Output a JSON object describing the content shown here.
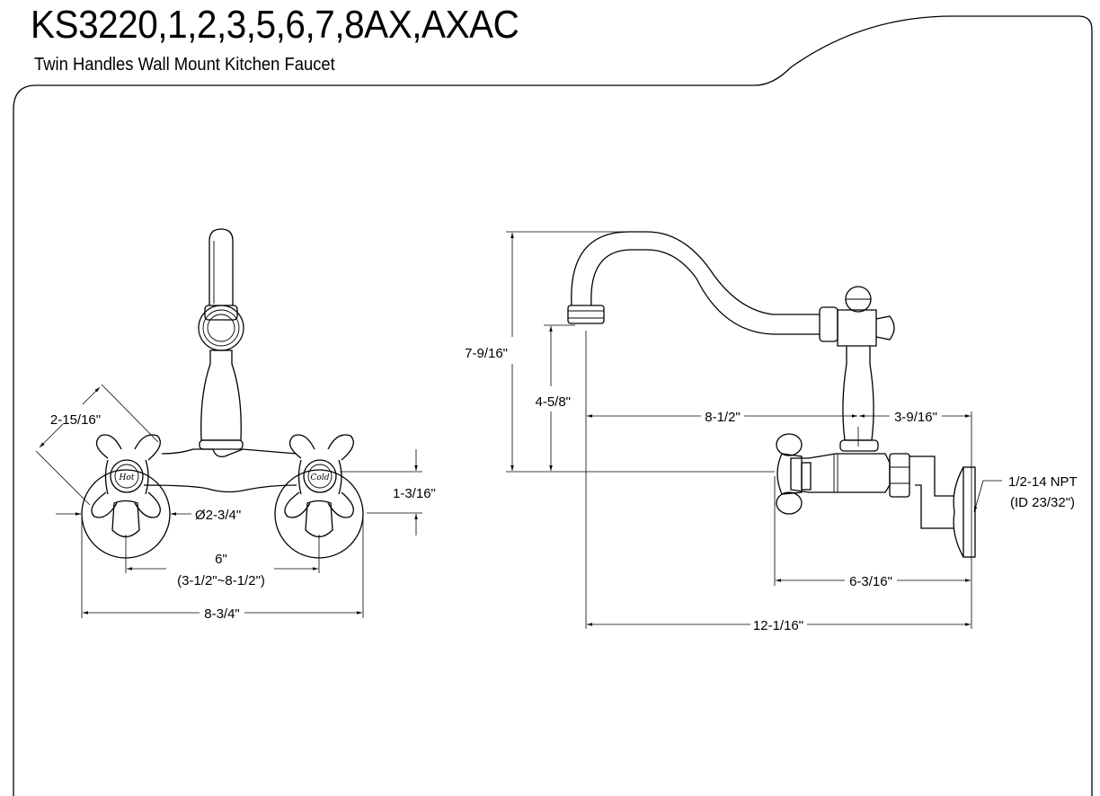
{
  "header": {
    "title": "KS3220,1,2,3,5,6,7,8AX,AXAC",
    "subtitle": "Twin Handles Wall Mount Kitchen Faucet"
  },
  "front_view": {
    "handle_labels": [
      "Hot",
      "Cold"
    ],
    "dimensions": {
      "handle_span": "2-15/16\"",
      "escutcheon_diameter": "Ø2-3/4\"",
      "center_spread": "6\"",
      "center_range": "(3-1/2\"~8-1/2\")",
      "overall_width": "8-3/4\"",
      "handle_height": "1-3/16\""
    }
  },
  "side_view": {
    "dimensions": {
      "overall_height": "7-9/16\"",
      "spout_clearance": "4-5/8\"",
      "spout_reach": "8-1/2\"",
      "body_to_wall": "3-9/16\"",
      "handle_to_wall": "6-3/16\"",
      "overall_depth": "12-1/16\""
    },
    "connection_note": [
      "1/2-14 NPT",
      "(ID 23/32\")"
    ]
  }
}
